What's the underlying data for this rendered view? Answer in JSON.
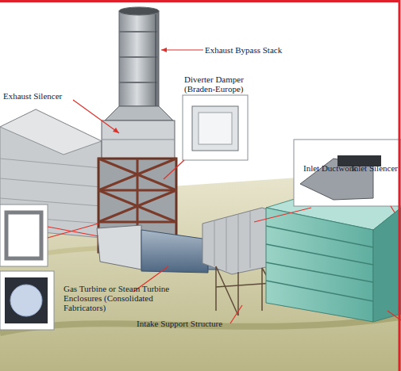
{
  "diagram": {
    "labels": [
      "Exhaust Bypass Stack",
      "Diverter Damper (Braden-Europe)",
      "Exhaust Silencer",
      "Inlet Ductwork",
      "Inlet Silencer",
      "Gas Turbine or Steam Turbine Enclosures (Consolidated Fabricators)",
      "Intake Support Structure"
    ]
  }
}
